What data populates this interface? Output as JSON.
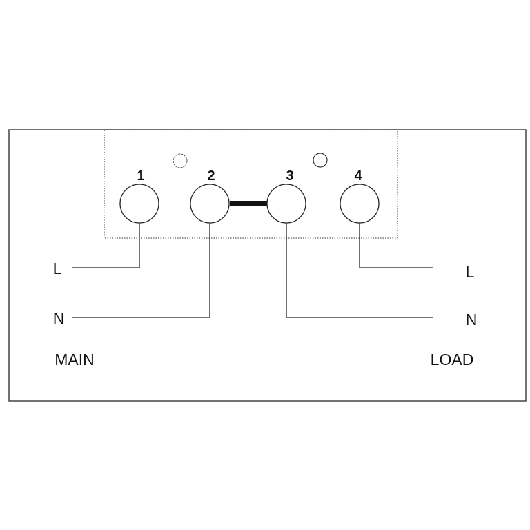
{
  "terminals": [
    {
      "number": "1"
    },
    {
      "number": "2"
    },
    {
      "number": "3"
    },
    {
      "number": "4"
    }
  ],
  "main": {
    "title": "MAIN",
    "line": "L",
    "neutral": "N"
  },
  "load": {
    "title": "LOAD",
    "line": "L",
    "neutral": "N"
  }
}
